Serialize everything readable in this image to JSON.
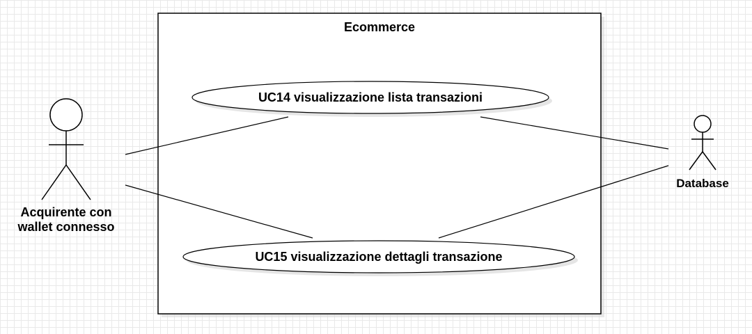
{
  "system": {
    "title": "Ecommerce"
  },
  "actors": {
    "buyer": {
      "label": "Acquirente con\nwallet connesso"
    },
    "database": {
      "label": "Database"
    }
  },
  "use_cases": {
    "uc14": {
      "label": "UC14 visualizzazione lista transazioni"
    },
    "uc15": {
      "label": "UC15 visualizzazione dettagli transazione"
    }
  },
  "colors": {
    "stroke": "#000000",
    "fill": "#ffffff",
    "shadow": "#cccccc",
    "grid": "#e9e9e9"
  }
}
